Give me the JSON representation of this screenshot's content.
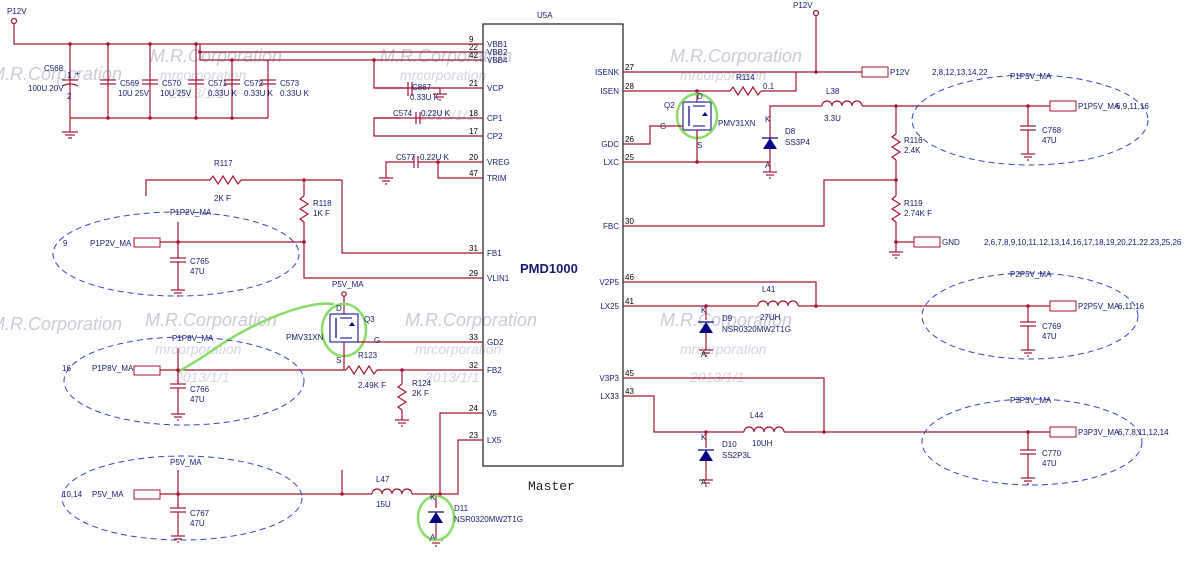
{
  "chip": {
    "ref": "U5A",
    "name": "PMD1000",
    "role": "Master",
    "left_pins": [
      {
        "num": "9",
        "name": "VBB1"
      },
      {
        "num": "22",
        "name": "VBB2"
      },
      {
        "num": "42",
        "name": "VBB4"
      },
      {
        "num": "21",
        "name": "VCP"
      },
      {
        "num": "18",
        "name": "CP1"
      },
      {
        "num": "17",
        "name": "CP2"
      },
      {
        "num": "20",
        "name": "VREG"
      },
      {
        "num": "47",
        "name": "TRIM"
      },
      {
        "num": "31",
        "name": "FB1"
      },
      {
        "num": "29",
        "name": "VLIN1"
      },
      {
        "num": "33",
        "name": "GD2"
      },
      {
        "num": "32",
        "name": "FB2"
      },
      {
        "num": "24",
        "name": "V5"
      },
      {
        "num": "23",
        "name": "LX5"
      }
    ],
    "right_pins": [
      {
        "num": "27",
        "name": "ISENK"
      },
      {
        "num": "28",
        "name": "ISEN"
      },
      {
        "num": "26",
        "name": "GDC"
      },
      {
        "num": "25",
        "name": "LXC"
      },
      {
        "num": "30",
        "name": "FBC"
      },
      {
        "num": "46",
        "name": "V2P5"
      },
      {
        "num": "41",
        "name": "LX25"
      },
      {
        "num": "45",
        "name": "V3P3"
      },
      {
        "num": "43",
        "name": "LX33"
      }
    ]
  },
  "power": {
    "p12v_left": "P12V",
    "p12v_top": "P12V",
    "p12v_port": "P12V",
    "gnd_port": "GND"
  },
  "input_caps": [
    {
      "ref": "C568",
      "value": "100U 20V"
    },
    {
      "ref": "C569",
      "value": "10U 25V"
    },
    {
      "ref": "C570",
      "value": "10U 25V"
    },
    {
      "ref": "C571",
      "value": "0.33U K"
    },
    {
      "ref": "C572",
      "value": "0.33U K"
    },
    {
      "ref": "C573",
      "value": "0.33U K"
    }
  ],
  "cp_caps": [
    {
      "ref": "C867",
      "value": "0.33U K"
    },
    {
      "ref": "C574",
      "value": "0.22U K"
    },
    {
      "ref": "C577",
      "value": "0.22U K"
    }
  ],
  "resistors": [
    {
      "ref": "R117",
      "value": "2K F"
    },
    {
      "ref": "R118",
      "value": "1K F"
    },
    {
      "ref": "R123",
      "value": "2.49K F"
    },
    {
      "ref": "R124",
      "value": "2K F"
    },
    {
      "ref": "R114",
      "value": "0.1"
    },
    {
      "ref": "R116",
      "value": "2.4K"
    },
    {
      "ref": "R119",
      "value": "2.74K F"
    }
  ],
  "inductors": [
    {
      "ref": "L38",
      "value": "3.3U"
    },
    {
      "ref": "L41",
      "value": "27UH"
    },
    {
      "ref": "L44",
      "value": "10UH"
    },
    {
      "ref": "L47",
      "value": "15U"
    }
  ],
  "diodes": [
    {
      "ref": "D8",
      "value": "SS3P4"
    },
    {
      "ref": "D9",
      "value": "NSR0320MW2T1G"
    },
    {
      "ref": "D10",
      "value": "SS2P3L"
    },
    {
      "ref": "D11",
      "value": "NSR0320MW2T1G"
    }
  ],
  "fets": [
    {
      "ref": "Q2",
      "value": "PMV31XN"
    },
    {
      "ref": "Q3",
      "value": "PMV31XN"
    }
  ],
  "fet_pins": {
    "g": "G",
    "d": "D",
    "s": "S",
    "k": "K",
    "a": "A"
  },
  "rails": [
    {
      "net": "P1P2V_MA",
      "port": "P1P2V_MA",
      "pages": "9",
      "cap_ref": "C765",
      "cap_val": "47U"
    },
    {
      "net": "P1P8V_MA",
      "port": "P1P8V_MA",
      "pages": "16",
      "cap_ref": "C766",
      "cap_val": "47U"
    },
    {
      "net": "P5V_MA",
      "port": "P5V_MA",
      "pages": "10,14",
      "cap_ref": "C767",
      "cap_val": "47U"
    },
    {
      "net": "P1P5V_MA",
      "port": "P1P5V_MA",
      "pages": "6,9,11,16",
      "cap_ref": "C768",
      "cap_val": "47U"
    },
    {
      "net": "P2P5V_MA",
      "port": "P2P5V_MA",
      "pages": "6,11,16",
      "cap_ref": "C769",
      "cap_val": "47U"
    },
    {
      "net": "P3P3V_MA",
      "port": "P3P3V_MA",
      "pages": "6,7,8,11,12,14",
      "cap_ref": "C770",
      "cap_val": "47U"
    }
  ],
  "p5v_net": "P5V_MA",
  "p12v_pages": "2,8,12,13,14,22",
  "gnd_pages": "2,6,7,8,9,10,11,12,13,14,16,17,18,19,20,21,22,23,25,26",
  "watermark": {
    "line1": "M.R.Corporation",
    "line2": "mrcorporation",
    "line3": "2013/1/1"
  }
}
